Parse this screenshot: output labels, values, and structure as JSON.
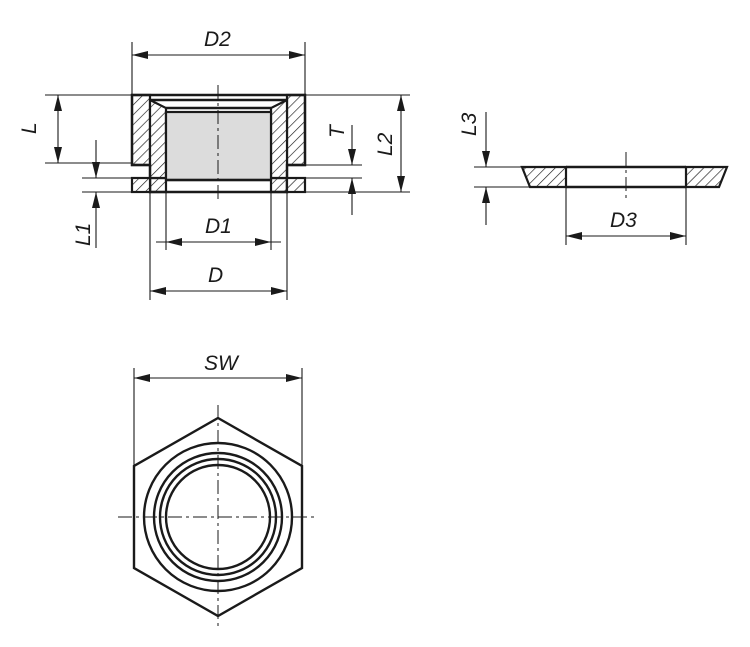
{
  "labels": {
    "d2": "D2",
    "l": "L",
    "t": "T",
    "l2": "L2",
    "l1": "L1",
    "d1": "D1",
    "d": "D",
    "l3": "L3",
    "d3": "D3",
    "sw": "SW"
  },
  "colors": {
    "ink": "#1a1a1a",
    "bore_fill": "#dcdcdc",
    "background": "#ffffff"
  }
}
